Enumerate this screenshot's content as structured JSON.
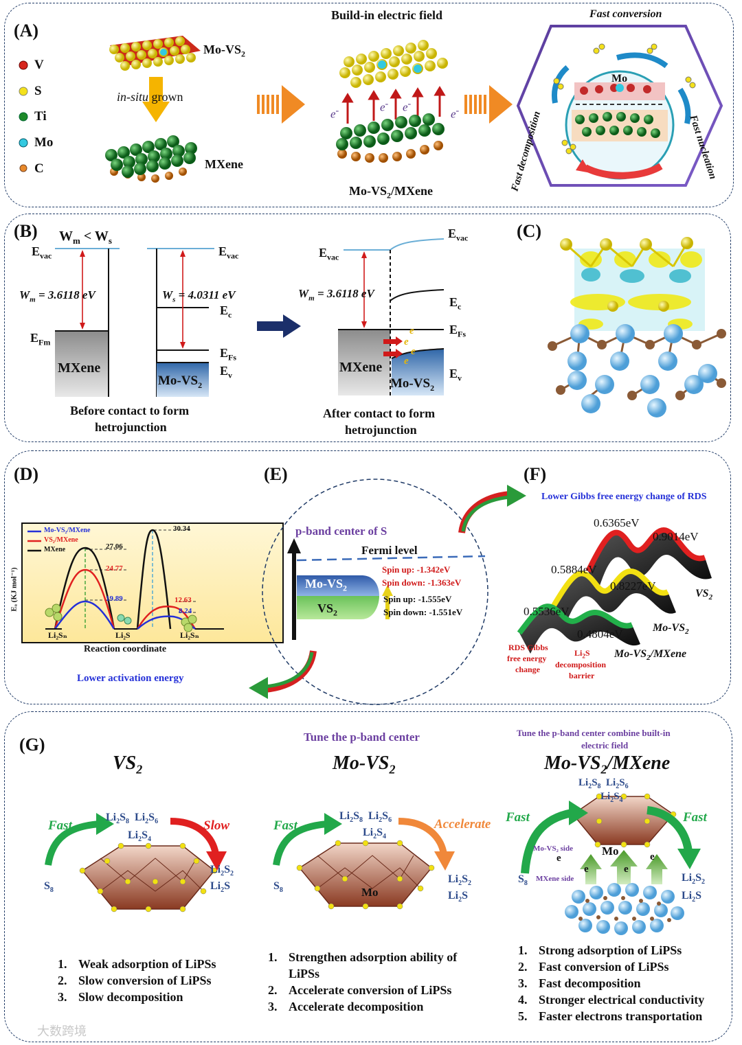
{
  "panelA": {
    "label": "(A)",
    "legend": [
      {
        "sym": "V",
        "color": "#d7261e"
      },
      {
        "sym": "S",
        "color": "#f4e11b"
      },
      {
        "sym": "Ti",
        "color": "#1e8a2a"
      },
      {
        "sym": "Mo",
        "color": "#33c9e0"
      },
      {
        "sym": "C",
        "color": "#e8892b"
      }
    ],
    "movs2": "Mo-VS",
    "sub2": "2",
    "insitu_i": "in-situ",
    "insitu_r": " grown",
    "mxene": "MXene",
    "field_title": "Build-in  electric field",
    "electron": "e",
    "electron_sup": "-",
    "hetero": "Mo-VS",
    "hetero_rest": "/MXene",
    "fast_conversion": "Fast conversion",
    "fast_decomposition": "Fast decomposition",
    "fast_nucleation": "Fast nucleation",
    "mo": "Mo"
  },
  "panelB": {
    "label": "(B)",
    "wm_ws": "W",
    "wm_sub": "m",
    "lt": " < W",
    "ws_sub": "s",
    "evac": "E",
    "vac": "vac",
    "wm_val": "= 3.6118 eV",
    "ws_val": "= 4.0311 eV",
    "w": "W",
    "m": "m",
    "s": "s",
    "efm": "E",
    "fm": "Fm",
    "ec": "E",
    "c": "c",
    "efs": "E",
    "fs": "Fs",
    "ev": "E",
    "v": "v",
    "mxene": "MXene",
    "movs2": "Mo-VS",
    "two": "2",
    "before1": "Before contact to form",
    "before2": "hetrojunction",
    "after1": "After contact to form",
    "after2": "hetrojunction",
    "e": "e"
  },
  "panelC": {
    "label": "(C)"
  },
  "panelD": {
    "label": "(D)",
    "legend": [
      "Mo-VS₂/MXene",
      "VS₂/MXene",
      "MXene"
    ],
    "values": [
      "27.06",
      "24.77",
      "19.89",
      "30.34",
      "12.63",
      "8.24"
    ],
    "ylabel": "Eₐ (KJ mol⁻¹)",
    "xlabel": "Reaction coordinate",
    "ticks": [
      "Li₂Sₙ",
      "Li₂S",
      "Li₂Sₙ"
    ],
    "caption": "Lower activation energy"
  },
  "panelE": {
    "label": "(E)",
    "title": "p-band center of S",
    "fermi": "Fermi level",
    "movs2": "Mo-VS",
    "vs2": "VS",
    "two": "2",
    "spin_up_r": "Spin      up: -1.342eV",
    "spin_dn_r": "Spin  down: -1.363eV",
    "spin_up_k": "Spin      up: -1.555eV",
    "spin_dn_k": "Spin  down: -1.551eV"
  },
  "panelF": {
    "label": "(F)",
    "title": "Lower Gibbs free energy change of RDS",
    "vals": [
      "0.6365eV",
      "0.9014eV",
      "0.5884eV",
      "0.8227eV",
      "0.5536eV",
      "0.4804eV"
    ],
    "vs2": "VS",
    "movs2": "Mo-VS",
    "hetero": "Mo-VS",
    "hetero_rest": "/MXene",
    "two": "2",
    "rds1": "RDS Gibbs",
    "rds2": "free energy",
    "rds3": "change",
    "li2s1": "Li",
    "li2s1b": "S",
    "li2s2": "decomposition",
    "li2s3": "barrier"
  },
  "panelG": {
    "label": "(G)",
    "tune1": "Tune the p-band center",
    "tune2a": "Tune the p-band center combine built-in",
    "tune2b": "electric field",
    "t1": "VS",
    "t2": "Mo-VS",
    "t3": "Mo-VS",
    "t3rest": "/MXene",
    "two": "2",
    "fast": "Fast",
    "slow": "Slow",
    "accelerate": "Accelerate",
    "s8": "S",
    "eight": "8",
    "li2s8": "Li",
    "mo": "Mo",
    "movs2side": "Mo-VS₂ side",
    "mxeneside": "MXene side",
    "e": "e",
    "list1": [
      "Weak adsorption of LiPSs",
      "Slow conversion of  LiPSs",
      "Slow decomposition"
    ],
    "list2": [
      "Strengthen adsorption ability of",
      "LiPSs",
      "Accelerate conversion of  LiPSs",
      "Accelerate decomposition"
    ],
    "list3": [
      "Strong adsorption of LiPSs",
      "Fast conversion of  LiPSs",
      "Fast decomposition",
      "Stronger electrical conductivity",
      "Faster electrons transportation"
    ]
  },
  "watermark": "大数跨境"
}
